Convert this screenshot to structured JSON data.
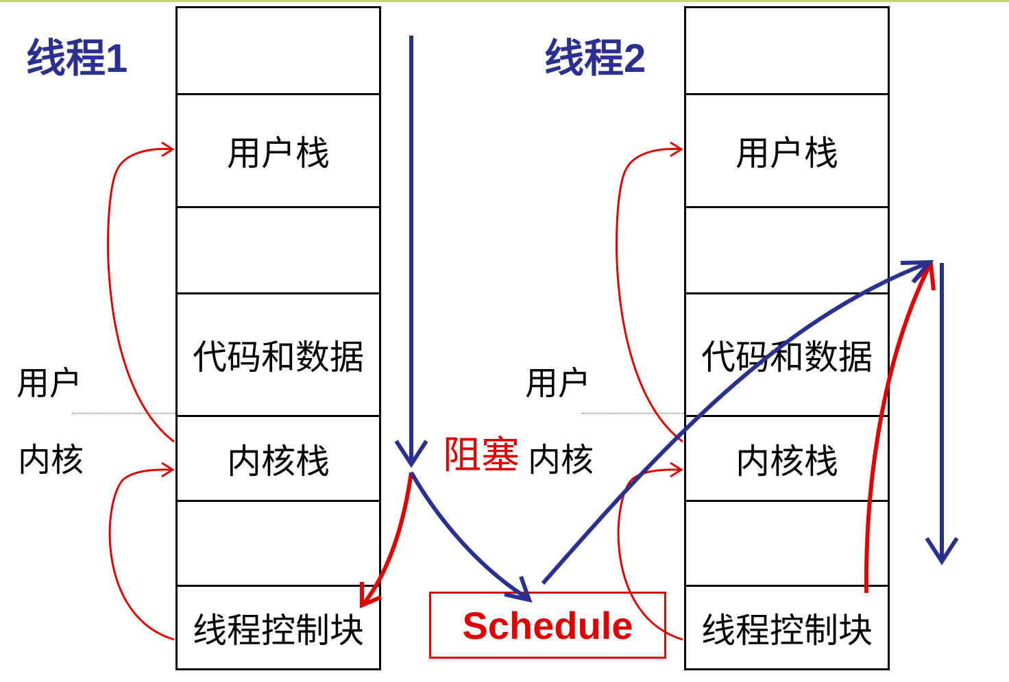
{
  "thread1": {
    "title": "线程1",
    "cells": [
      "",
      "用户栈",
      "",
      "代码和数据",
      "内核栈",
      "",
      "线程控制块"
    ],
    "user_label": "用户",
    "kernel_label": "内核"
  },
  "thread2": {
    "title": "线程2",
    "cells": [
      "",
      "用户栈",
      "",
      "代码和数据",
      "内核栈",
      "",
      "线程控制块"
    ],
    "user_label": "用户",
    "kernel_label": "内核"
  },
  "blocked_label": "阻塞",
  "schedule_label": "Schedule",
  "colors": {
    "title_blue": "#2b2f8e",
    "flow_blue": "#2b2f8e",
    "red": "#e00000",
    "top_rule": "#c8cf7a"
  }
}
